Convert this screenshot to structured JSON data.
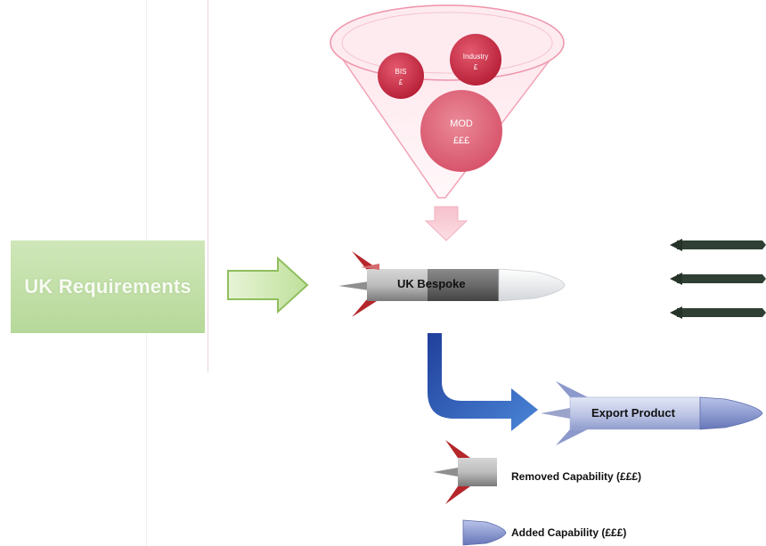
{
  "requirements": {
    "label": "UK Requirements"
  },
  "funnel": {
    "bubbles": [
      {
        "id": "bis",
        "line1": "BIS",
        "line2": "£"
      },
      {
        "id": "industry",
        "line1": "Industry",
        "line2": "£"
      },
      {
        "id": "mod",
        "line1": "MOD",
        "line2": "£££"
      }
    ]
  },
  "main_missile": {
    "label": "UK Bespoke"
  },
  "export_missile": {
    "label": "Export Product"
  },
  "legend": {
    "removed": "Removed Capability (£££)",
    "added": "Added Capability (£££)"
  },
  "colors": {
    "requirements_box": "#c4e0ab",
    "green_arrow": "#c9e7a6",
    "funnel": "#f3a6ba",
    "bubble_red": "#c8283f",
    "blue_arrow": "#3a6fc8",
    "export_body": "#bfc7e6",
    "nose_blue": "#7f8fc8",
    "fin_red": "#b0282c"
  }
}
